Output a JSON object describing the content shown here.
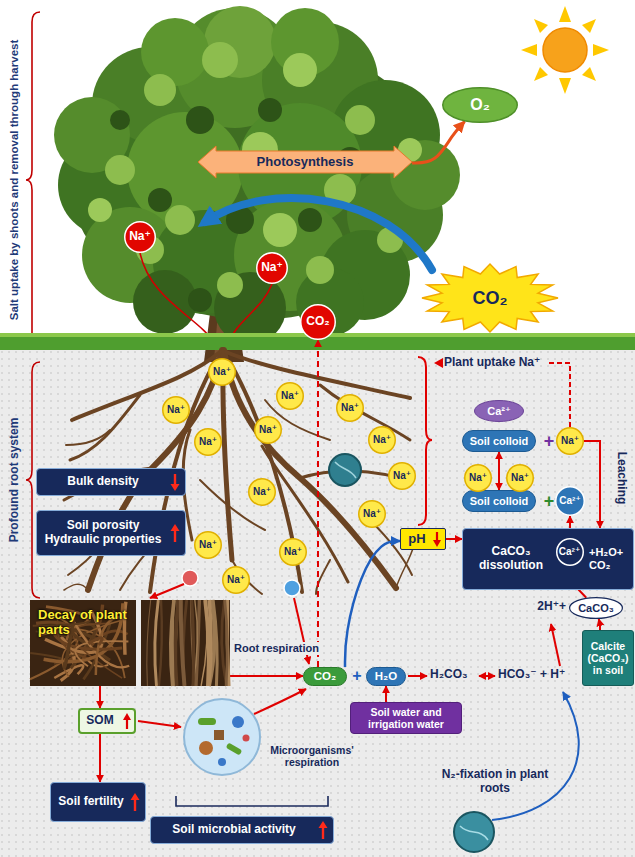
{
  "diagram": {
    "nodes": [
      {
        "text": [
          "Photosynthesis"
        ]
      },
      {
        "text": [
          "O₂"
        ]
      },
      {
        "text": [
          "Na⁺"
        ]
      },
      {
        "text": [
          "Na⁺"
        ]
      },
      {
        "text": [
          "CO₂"
        ]
      },
      {
        "text": [
          "CO₂"
        ]
      },
      {
        "text": [
          "Na⁺"
        ]
      },
      {
        "text": [
          "Na⁺"
        ]
      },
      {
        "text": [
          "Na⁺"
        ]
      },
      {
        "text": [
          "Na⁺"
        ]
      },
      {
        "text": [
          "Na⁺"
        ]
      },
      {
        "text": [
          "Na⁺"
        ]
      },
      {
        "text": [
          "Na⁺"
        ]
      },
      {
        "text": [
          "Na⁺"
        ]
      },
      {
        "text": [
          "Na⁺"
        ]
      },
      {
        "text": [
          "Na⁺"
        ]
      },
      {
        "text": [
          "Na⁺"
        ]
      },
      {
        "text": [
          "Na⁺"
        ]
      },
      {
        "text": [
          "Na⁺"
        ]
      },
      {
        "text": [
          "Bulk density"
        ]
      },
      {
        "text": [
          "Soil porosity Hydraulic properties"
        ]
      },
      {
        "text": [
          "Ca²⁺"
        ]
      },
      {
        "text": [
          "Soil colloid"
        ]
      },
      {
        "text": [
          "Na⁺"
        ]
      },
      {
        "text": [
          "Soil colloid"
        ]
      },
      {
        "text": [
          "Na⁺"
        ]
      },
      {
        "text": [
          "Na⁺"
        ]
      },
      {
        "text": [
          "Ca²⁺"
        ]
      },
      {
        "text": [
          "pH"
        ]
      },
      {
        "text": [
          "CaCO₃ dissolution",
          "+H₂O+ CO₂"
        ]
      },
      {
        "text": [
          "Ca²⁺"
        ],
        "in": 29
      },
      {
        "text": [
          "CaCO₃"
        ]
      },
      {
        "text": [
          "Calcite (CaCO₃) in soil"
        ]
      },
      {
        "text": [
          "Decay of plant parts"
        ]
      },
      {
        "text": [
          "CO₂"
        ]
      },
      {
        "text": [
          "H₂O"
        ]
      },
      {
        "text": [
          "Soil water and irrigation water"
        ]
      },
      {
        "text": [
          "SOM"
        ]
      },
      {
        "text": [
          "Soil fertility"
        ]
      },
      {
        "text": [
          "Soil microbial activity"
        ]
      }
    ],
    "edges": [
      {
        "from": 0,
        "to": 1,
        "arrow": "to"
      },
      {
        "from": 34,
        "to": 4,
        "arrow": "to"
      },
      {
        "from": 34,
        "to": 28,
        "arrow": "to"
      },
      {
        "from": 28,
        "to": 29,
        "arrow": "to"
      },
      {
        "from": 22,
        "to": 24,
        "arrow": "both"
      },
      {
        "from": 23,
        "to": 29,
        "arrow": "to"
      },
      {
        "from": 30,
        "to": 27,
        "arrow": "to"
      },
      {
        "from": 31,
        "to": 30,
        "arrow": "to"
      },
      {
        "from": 32,
        "to": 31,
        "arrow": "to"
      },
      {
        "from": 33,
        "to": 34,
        "arrow": "to"
      },
      {
        "from": 33,
        "to": 37,
        "arrow": "to"
      },
      {
        "from": 37,
        "to": 38,
        "arrow": "to"
      },
      {
        "from": 36,
        "to": 35,
        "arrow": "to"
      }
    ],
    "labels": [
      "Salt uptake by shoots and removal through harvest",
      "Profound root system",
      "Plant uptake Na⁺",
      "Leaching",
      "+",
      "+",
      "Root respiration",
      "+",
      "H₂CO₃",
      "HCO₃⁻ + H⁺",
      "2H⁺+",
      "Microorganisms' respiration",
      "N₂-fixation in plant roots"
    ]
  }
}
